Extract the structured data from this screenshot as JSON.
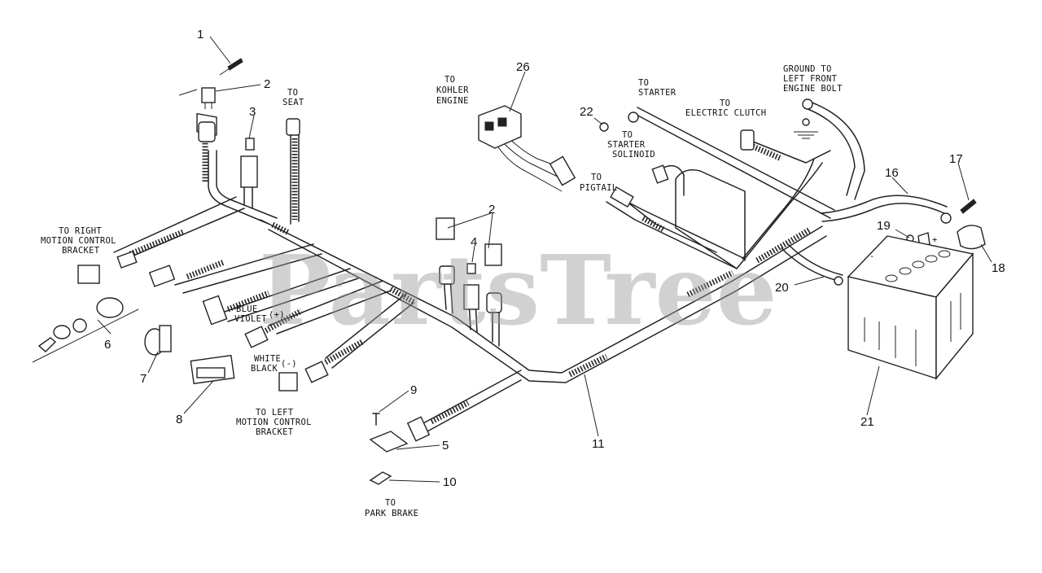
{
  "watermark": "PartsTree",
  "callouts": [
    "1",
    "2",
    "3",
    "4",
    "5",
    "6",
    "7",
    "8",
    "9",
    "10",
    "11",
    "16",
    "17",
    "18",
    "19",
    "20",
    "21",
    "22",
    "26"
  ],
  "labels": {
    "to_seat": [
      "TO",
      "SEAT"
    ],
    "to_right_motion": [
      "TO RIGHT",
      "MOTION CONTROL",
      "BRACKET"
    ],
    "to_left_motion": [
      "TO LEFT",
      "MOTION CONTROL",
      "BRACKET"
    ],
    "to_kohler": [
      "TO",
      "KOHLER",
      "ENGINE"
    ],
    "to_starter": [
      "TO",
      "STARTER"
    ],
    "to_electric_clutch": [
      "TO",
      "ELECTRIC CLUTCH"
    ],
    "to_starter_solenoid": [
      "TO",
      "STARTER",
      "SOLINOID"
    ],
    "to_pigtail": [
      "TO",
      "PIGTAIL"
    ],
    "ground": [
      "GROUND TO",
      "LEFT FRONT",
      "ENGINE BOLT"
    ],
    "blue_violet": [
      "BLUE",
      "VIOLET"
    ],
    "plus": "(+)",
    "white_black": [
      "WHITE",
      "BLACK"
    ],
    "minus": "(-)",
    "to_park_brake": [
      "TO",
      "PARK BRAKE"
    ],
    "battery_minus": "-",
    "battery_plus": "+"
  }
}
